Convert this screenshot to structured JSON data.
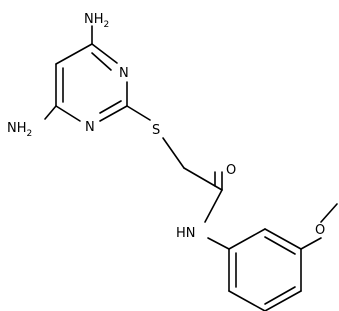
{
  "atoms": {
    "amine_top": "NH",
    "amine_top_sub": "2",
    "amine_left": "NH",
    "amine_left_sub": "2",
    "ring_n_upper": "N",
    "ring_n_lower": "N",
    "sulfur": "S",
    "carbonyl_oxygen": "O",
    "amide_nh": "HN",
    "ether_oxygen": "O"
  }
}
